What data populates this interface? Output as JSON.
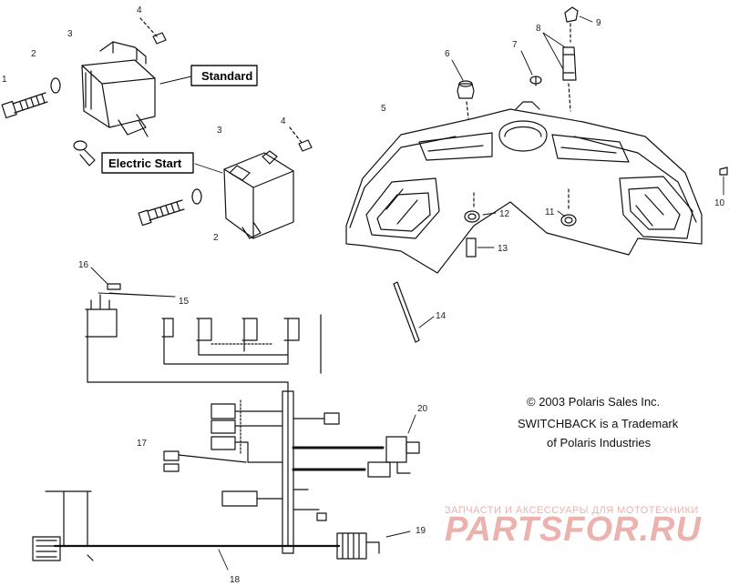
{
  "labels": {
    "standard": "Standard",
    "electric_start": "Electric Start"
  },
  "callouts": {
    "c1": "1",
    "c2a": "2",
    "c2b": "2",
    "c3a": "3",
    "c3b": "3",
    "c4a": "4",
    "c4b": "4",
    "c5": "5",
    "c6": "6",
    "c7": "7",
    "c8": "8",
    "c9": "9",
    "c10": "10",
    "c11": "11",
    "c12": "12",
    "c13": "13",
    "c14": "14",
    "c15": "15",
    "c16": "16",
    "c17": "17",
    "c18": "18",
    "c19": "19",
    "c20": "20"
  },
  "copyright": {
    "line1": "© 2003 Polaris Sales Inc.",
    "line2": "SWITCHBACK is a Trademark",
    "line3": "of Polaris Industries"
  },
  "watermark": {
    "subtitle": "ЗАПЧАСТИ И АКСЕССУАРЫ ДЛЯ МОТОТЕХНИКИ",
    "logo": "PARTSFOR.RU"
  },
  "colors": {
    "line": "#111111",
    "watermark": "#e8a5a0"
  }
}
